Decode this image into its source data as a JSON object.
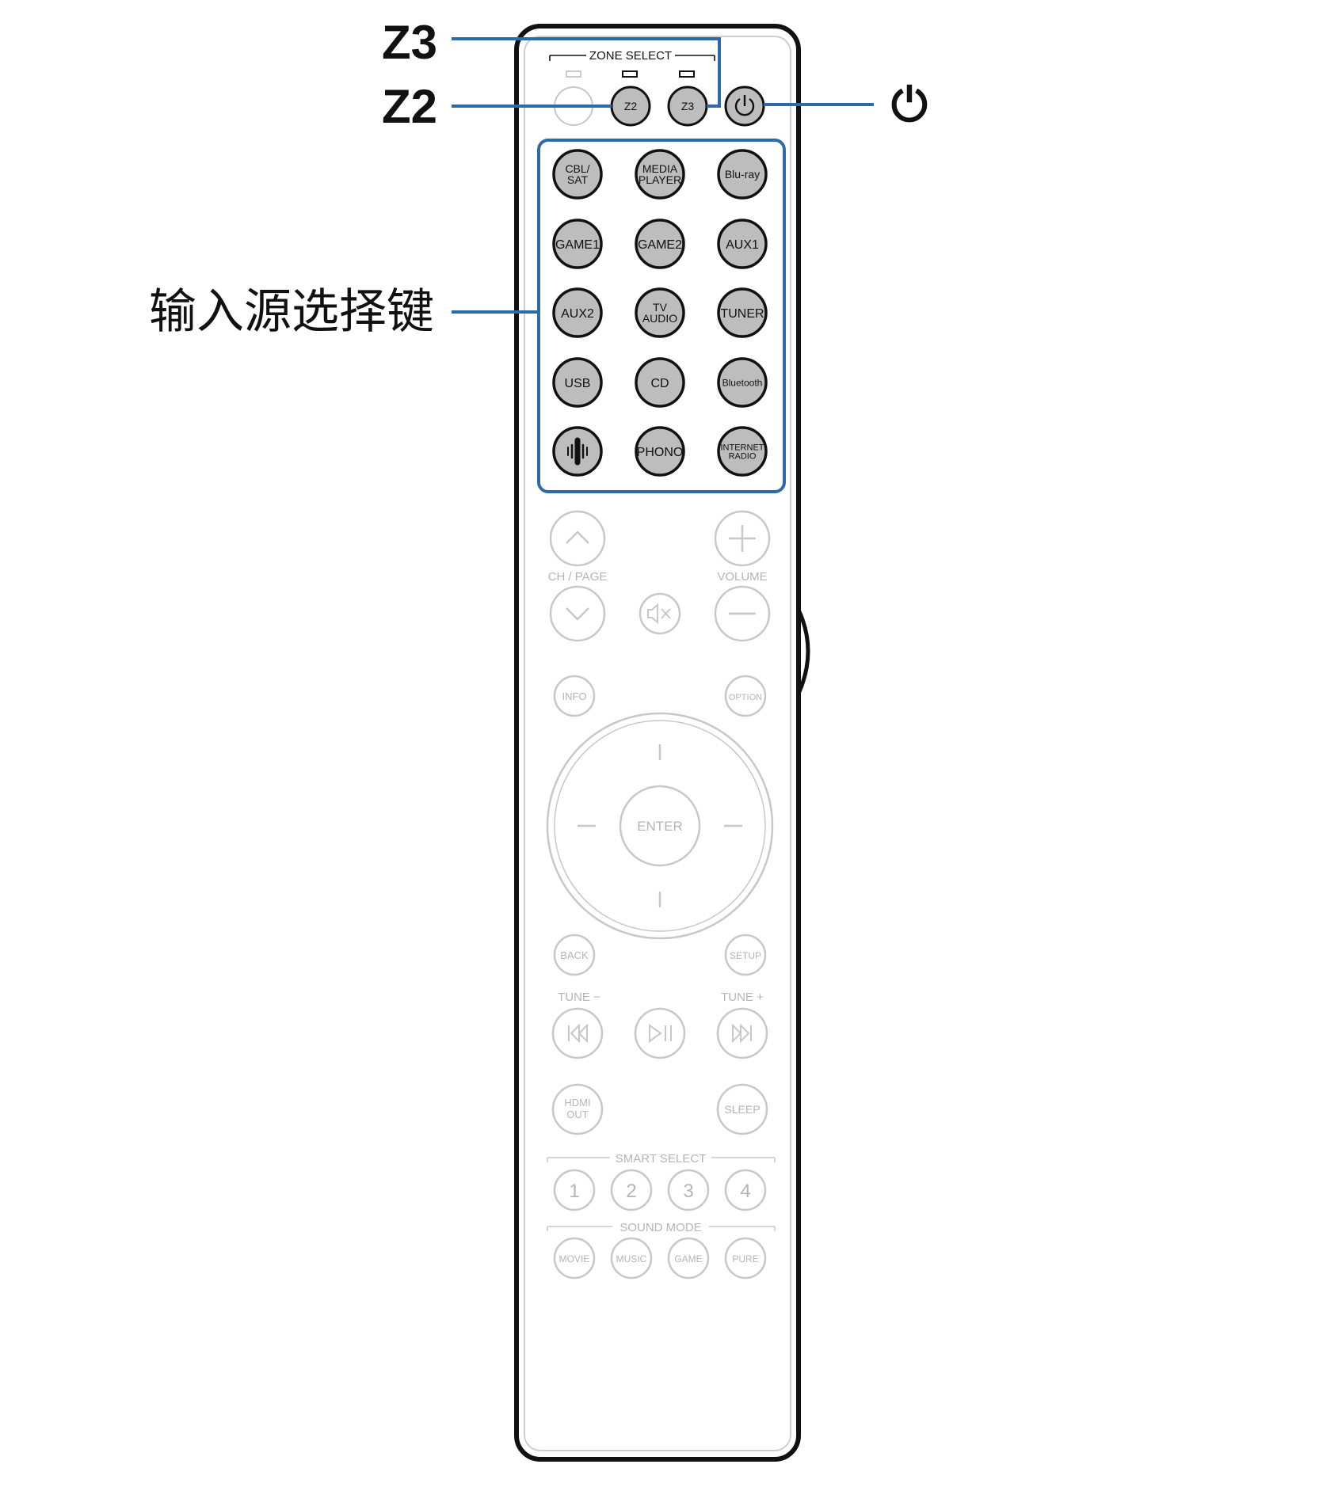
{
  "callouts": {
    "z3": "Z3",
    "z2": "Z2",
    "power": "⏻",
    "input_source": "输入源选择键"
  },
  "remote": {
    "zone_select": {
      "title": "ZONE SELECT",
      "buttons": [
        "Z2",
        "Z3"
      ]
    },
    "input_buttons": [
      [
        "CBL/",
        "SAT"
      ],
      [
        "MEDIA",
        "PLAYER"
      ],
      [
        "Blu-ray"
      ],
      [
        "GAME1"
      ],
      [
        "GAME2"
      ],
      [
        "AUX1"
      ],
      [
        "AUX2"
      ],
      [
        "TV",
        "AUDIO"
      ],
      [
        "TUNER"
      ],
      [
        "USB"
      ],
      [
        "CD"
      ],
      [
        "Bluetooth"
      ],
      [
        "HEOS-ICON"
      ],
      [
        "PHONO"
      ],
      [
        "INTERNET",
        "RADIO"
      ]
    ],
    "ch_page": "CH / PAGE",
    "volume": "VOLUME",
    "info": "INFO",
    "option": "OPTION",
    "enter": "ENTER",
    "back": "BACK",
    "setup": "SETUP",
    "tune_minus": "TUNE −",
    "tune_plus": "TUNE +",
    "hdmi_out": [
      "HDMI",
      "OUT"
    ],
    "sleep": "SLEEP",
    "smart_select": {
      "title": "SMART SELECT",
      "buttons": [
        "1",
        "2",
        "3",
        "4"
      ]
    },
    "sound_mode": {
      "title": "SOUND MODE",
      "buttons": [
        "MOVIE",
        "MUSIC",
        "GAME",
        "PURE"
      ]
    }
  },
  "colors": {
    "callout_blue": "#2e6aa8",
    "active_button_fill": "#bdbdbd",
    "inactive_stroke": "#c8c8c8",
    "inactive_text": "#b5b5b5",
    "outline": "#111111"
  }
}
